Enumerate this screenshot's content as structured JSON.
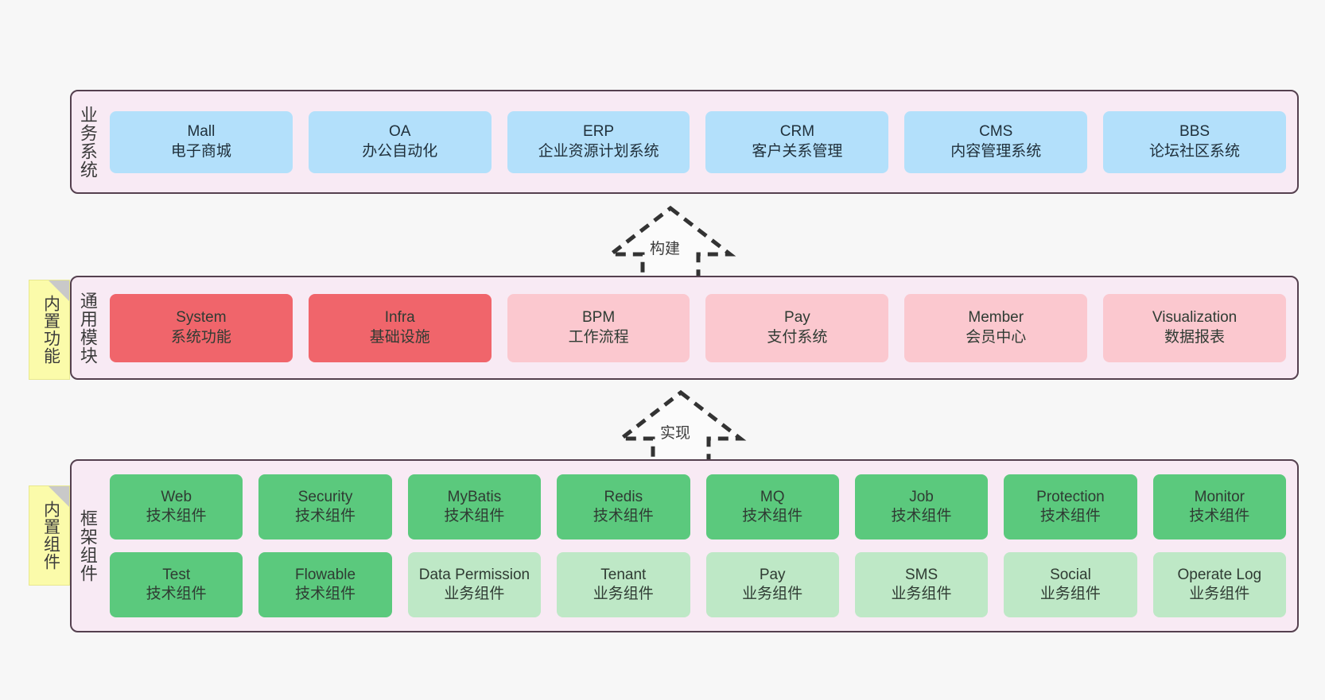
{
  "diagram": {
    "title_hidden": "",
    "background": "#f7f7f7",
    "layer_bg": "#f8eaf4",
    "layer_border": "#55404f",
    "note_bg": "#fbfbaa"
  },
  "layers": {
    "business": {
      "title": "业务系统",
      "rows": [
        {
          "cells": [
            {
              "name": "Mall",
              "desc": "电子商城",
              "color": "#b3e0fb",
              "style": "c-blue"
            },
            {
              "name": "OA",
              "desc": "办公自动化",
              "color": "#b3e0fb",
              "style": "c-blue"
            },
            {
              "name": "ERP",
              "desc": "企业资源计划系统",
              "color": "#b3e0fb",
              "style": "c-blue"
            },
            {
              "name": "CRM",
              "desc": "客户关系管理",
              "color": "#b3e0fb",
              "style": "c-blue"
            },
            {
              "name": "CMS",
              "desc": "内容管理系统",
              "color": "#b3e0fb",
              "style": "c-blue"
            },
            {
              "name": "BBS",
              "desc": "论坛社区系统",
              "color": "#b3e0fb",
              "style": "c-blue"
            }
          ]
        }
      ]
    },
    "module": {
      "title": "通用模块",
      "note": "内置功能",
      "rows": [
        {
          "cells": [
            {
              "name": "System",
              "desc": "系统功能",
              "color": "#f0656b",
              "style": "c-red"
            },
            {
              "name": "Infra",
              "desc": "基础设施",
              "color": "#f0656b",
              "style": "c-red"
            },
            {
              "name": "BPM",
              "desc": "工作流程",
              "color": "#fbc8cf",
              "style": "c-pink"
            },
            {
              "name": "Pay",
              "desc": "支付系统",
              "color": "#fbc8cf",
              "style": "c-pink"
            },
            {
              "name": "Member",
              "desc": "会员中心",
              "color": "#fbc8cf",
              "style": "c-pink"
            },
            {
              "name": "Visualization",
              "desc": "数据报表",
              "color": "#fbc8cf",
              "style": "c-pink"
            }
          ]
        }
      ]
    },
    "framework": {
      "title": "框架组件",
      "note": "内置组件",
      "rows": [
        {
          "cells": [
            {
              "name": "Web",
              "desc": "技术组件",
              "color": "#5bc97d",
              "style": "c-green"
            },
            {
              "name": "Security",
              "desc": "技术组件",
              "color": "#5bc97d",
              "style": "c-green"
            },
            {
              "name": "MyBatis",
              "desc": "技术组件",
              "color": "#5bc97d",
              "style": "c-green"
            },
            {
              "name": "Redis",
              "desc": "技术组件",
              "color": "#5bc97d",
              "style": "c-green"
            },
            {
              "name": "MQ",
              "desc": "技术组件",
              "color": "#5bc97d",
              "style": "c-green"
            },
            {
              "name": "Job",
              "desc": "技术组件",
              "color": "#5bc97d",
              "style": "c-green"
            },
            {
              "name": "Protection",
              "desc": "技术组件",
              "color": "#5bc97d",
              "style": "c-green"
            },
            {
              "name": "Monitor",
              "desc": "技术组件",
              "color": "#5bc97d",
              "style": "c-green"
            }
          ]
        },
        {
          "cells": [
            {
              "name": "Test",
              "desc": "技术组件",
              "color": "#5bc97d",
              "style": "c-green"
            },
            {
              "name": "Flowable",
              "desc": "技术组件",
              "color": "#5bc97d",
              "style": "c-green"
            },
            {
              "name": "Data Permission",
              "desc": "业务组件",
              "color": "#bee8c6",
              "style": "c-lightgreen"
            },
            {
              "name": "Tenant",
              "desc": "业务组件",
              "color": "#bee8c6",
              "style": "c-lightgreen"
            },
            {
              "name": "Pay",
              "desc": "业务组件",
              "color": "#bee8c6",
              "style": "c-lightgreen"
            },
            {
              "name": "SMS",
              "desc": "业务组件",
              "color": "#bee8c6",
              "style": "c-lightgreen"
            },
            {
              "name": "Social",
              "desc": "业务组件",
              "color": "#bee8c6",
              "style": "c-lightgreen"
            },
            {
              "name": "Operate Log",
              "desc": "业务组件",
              "color": "#bee8c6",
              "style": "c-lightgreen"
            }
          ]
        }
      ]
    }
  },
  "arrows": [
    {
      "id": "build",
      "label": "构建",
      "direction": "up"
    },
    {
      "id": "implement",
      "label": "实现",
      "direction": "up"
    }
  ]
}
